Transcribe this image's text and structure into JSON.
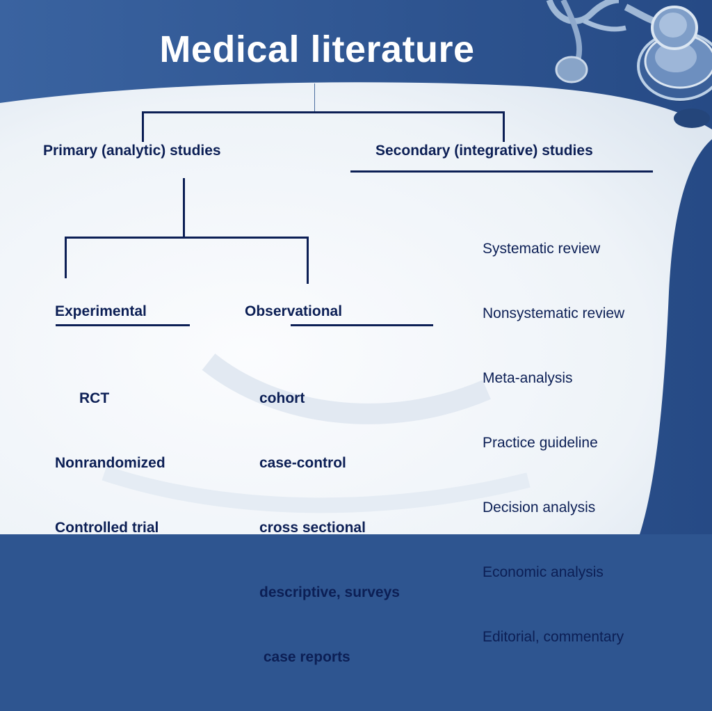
{
  "title": "Medical literature",
  "colors": {
    "navy": "#0c1f55",
    "slide_blue": "#2e5590",
    "panel": "#eef3f8"
  },
  "primary": {
    "label": "Primary (analytic) studies",
    "experimental": {
      "label": "Experimental",
      "items": [
        "      RCT",
        "Nonrandomized",
        "Controlled trial"
      ]
    },
    "observational": {
      "label": "Observational",
      "items": [
        "cohort",
        "case-control",
        "cross sectional",
        "descriptive, surveys",
        " case reports"
      ]
    }
  },
  "secondary": {
    "label": "Secondary (integrative) studies",
    "items": [
      "Systematic review",
      "Nonsystematic review",
      "Meta-analysis",
      "Practice guideline",
      "Decision analysis",
      "Economic analysis",
      "Editorial, commentary"
    ]
  },
  "decor": {
    "stethoscope": "stethoscope-icon"
  }
}
